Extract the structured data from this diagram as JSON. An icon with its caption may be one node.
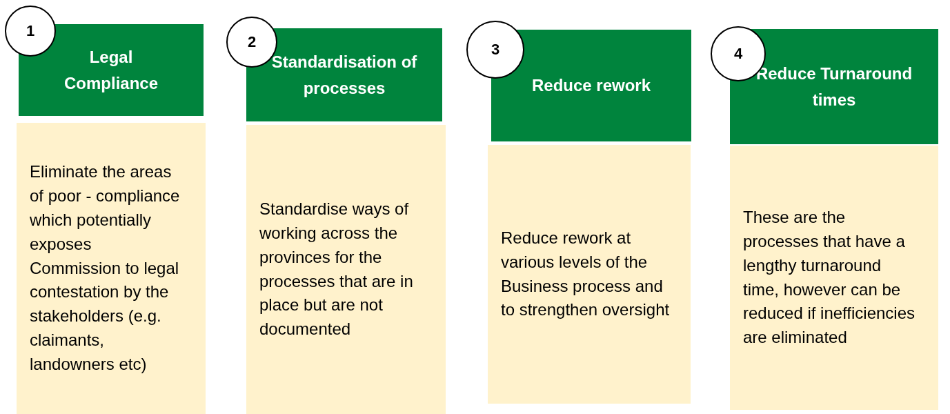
{
  "diagram": {
    "nodes": [
      {
        "text": [
          "1"
        ]
      },
      {
        "text": [
          "Legal Compliance"
        ]
      },
      {
        "text": [
          "Eliminate the areas of poor - compliance which potentially exposes Commission to legal contestation by the stakeholders (e.g. claimants, landowners etc)"
        ]
      },
      {
        "text": [
          "2"
        ]
      },
      {
        "text": [
          "Standardisation of processes"
        ]
      },
      {
        "text": [
          "Standardise ways of working across the provinces for the processes that are in place but are not documented"
        ]
      },
      {
        "text": [
          "3"
        ]
      },
      {
        "text": [
          "Reduce rework"
        ]
      },
      {
        "text": [
          "Reduce rework at various levels of the Business process and to strengthen oversight"
        ]
      },
      {
        "text": [
          "4"
        ]
      },
      {
        "text": [
          "Reduce Turnaround times"
        ]
      },
      {
        "text": [
          "These are the processes that have a lengthy turnaround time, however can be reduced if inefficiencies are eliminated"
        ]
      }
    ]
  }
}
